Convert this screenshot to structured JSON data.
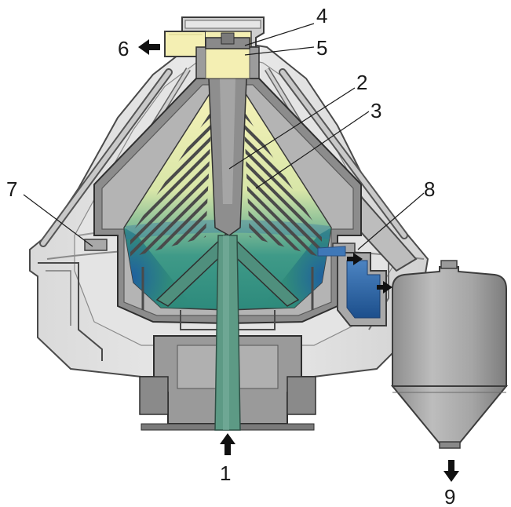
{
  "labels": {
    "n1": "1",
    "n2": "2",
    "n3": "3",
    "n4": "4",
    "n5": "5",
    "n6": "6",
    "n7": "7",
    "n8": "8",
    "n9": "9"
  },
  "colors": {
    "background": "#ffffff",
    "housing_light": "#e9e9e9",
    "housing_mid": "#c9c9c9",
    "housing_dark": "#a6a6a6",
    "outline": "#3c3c3c",
    "spindle_green": "#5d9a85",
    "liquid_green": "#2f8a7a",
    "liquid_blue": "#1e5f9e",
    "clarified_yellow": "#f4efb3",
    "discharge_blue": "#2c63a6",
    "arrow": "#111111"
  }
}
